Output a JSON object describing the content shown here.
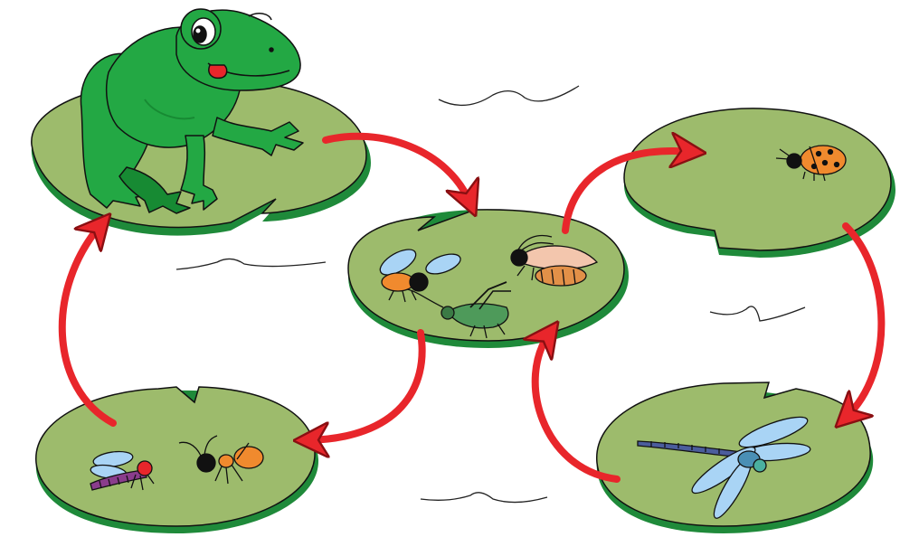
{
  "diagram": {
    "nodes": [
      {
        "id": "pad-frog",
        "contents": [
          "frog"
        ]
      },
      {
        "id": "pad-center",
        "contents": [
          "fly",
          "moth",
          "grasshopper"
        ]
      },
      {
        "id": "pad-ladybug",
        "contents": [
          "ladybug"
        ]
      },
      {
        "id": "pad-dragonfly",
        "contents": [
          "dragonfly"
        ]
      },
      {
        "id": "pad-bottom-left",
        "contents": [
          "mosquito",
          "ant"
        ]
      }
    ],
    "edges": [
      {
        "from": "pad-frog",
        "to": "pad-center"
      },
      {
        "from": "pad-center",
        "to": "pad-ladybug"
      },
      {
        "from": "pad-ladybug",
        "to": "pad-dragonfly"
      },
      {
        "from": "pad-dragonfly",
        "to": "pad-center"
      },
      {
        "from": "pad-center",
        "to": "pad-bottom-left"
      },
      {
        "from": "pad-bottom-left",
        "to": "pad-frog"
      }
    ]
  },
  "colors": {
    "pad_fill": "#9dbb6c",
    "pad_edge": "#1f8a3a",
    "arrow": "#e8262b",
    "frog": "#23a844",
    "frog_dark": "#178a33",
    "outline": "#111111",
    "water_line": "#222222"
  },
  "icons": [
    "frog-icon",
    "fly-icon",
    "moth-icon",
    "grasshopper-icon",
    "ladybug-icon",
    "dragonfly-icon",
    "mosquito-icon",
    "ant-icon"
  ]
}
